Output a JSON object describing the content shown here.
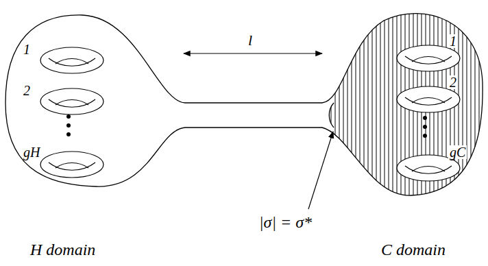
{
  "diagram": {
    "labels": [
      "1",
      "2",
      "gH",
      "1",
      "2",
      "gC",
      "l",
      "|σ| = σ*",
      "H domain",
      "C domain"
    ]
  }
}
